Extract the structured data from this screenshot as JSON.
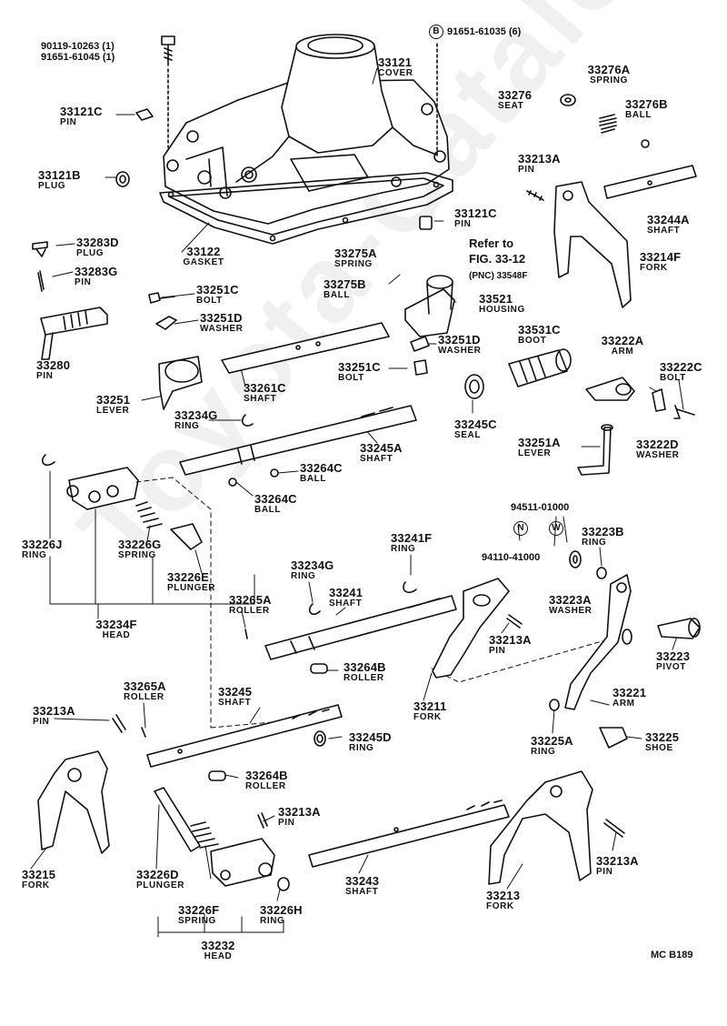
{
  "watermark": "Toyota-Catalog.ru",
  "footer_code": "MC B189",
  "refer": {
    "line1": "Refer to",
    "line2": "FIG. 33-12",
    "line3": "(PNC) 33548F"
  },
  "top_bolts": {
    "line1": "90119-10263 (1)",
    "line2": "91651-61045 (1)"
  },
  "symbols": {
    "b": "B",
    "n": "N",
    "w": "W"
  },
  "symbol_parts": {
    "b": "91651-61035 (6)",
    "n": "94110-41000",
    "w": "94511-01000"
  },
  "parts": [
    {
      "pnc": "33121",
      "name": "COVER"
    },
    {
      "pnc": "33276A",
      "name": "SPRING"
    },
    {
      "pnc": "33276",
      "name": "SEAT"
    },
    {
      "pnc": "33276B",
      "name": "BALL"
    },
    {
      "pnc": "33121C",
      "name": "PIN"
    },
    {
      "pnc": "33121B",
      "name": "PLUG"
    },
    {
      "pnc": "33213A",
      "name": "PIN"
    },
    {
      "pnc": "33244A",
      "name": "SHAFT"
    },
    {
      "pnc": "33121C",
      "name": "PIN"
    },
    {
      "pnc": "33283D",
      "name": "PLUG"
    },
    {
      "pnc": "33122",
      "name": "GASKET"
    },
    {
      "pnc": "33275A",
      "name": "SPRING"
    },
    {
      "pnc": "33214F",
      "name": "FORK"
    },
    {
      "pnc": "33283G",
      "name": "PIN"
    },
    {
      "pnc": "33275B",
      "name": "BALL"
    },
    {
      "pnc": "33251C",
      "name": "BOLT"
    },
    {
      "pnc": "33521",
      "name": "HOUSING"
    },
    {
      "pnc": "33251D",
      "name": "WASHER"
    },
    {
      "pnc": "33531C",
      "name": "BOOT"
    },
    {
      "pnc": "33251D",
      "name": "WASHER"
    },
    {
      "pnc": "33222A",
      "name": "ARM"
    },
    {
      "pnc": "33280",
      "name": "PIN"
    },
    {
      "pnc": "33251C",
      "name": "BOLT"
    },
    {
      "pnc": "33222C",
      "name": "BOLT"
    },
    {
      "pnc": "33261C",
      "name": "SHAFT"
    },
    {
      "pnc": "33251",
      "name": "LEVER"
    },
    {
      "pnc": "33234G",
      "name": "RING"
    },
    {
      "pnc": "33245C",
      "name": "SEAL"
    },
    {
      "pnc": "33222D",
      "name": "WASHER"
    },
    {
      "pnc": "33251A",
      "name": "LEVER"
    },
    {
      "pnc": "33245A",
      "name": "SHAFT"
    },
    {
      "pnc": "33264C",
      "name": "BALL"
    },
    {
      "pnc": "33264C",
      "name": "BALL"
    },
    {
      "pnc": "33226J",
      "name": "RING"
    },
    {
      "pnc": "33226G",
      "name": "SPRING"
    },
    {
      "pnc": "33223B",
      "name": "RING"
    },
    {
      "pnc": "33241F",
      "name": "RING"
    },
    {
      "pnc": "33226E",
      "name": "PLUNGER"
    },
    {
      "pnc": "33234G",
      "name": "RING"
    },
    {
      "pnc": "33223A",
      "name": "WASHER"
    },
    {
      "pnc": "33241",
      "name": "SHAFT"
    },
    {
      "pnc": "33265A",
      "name": "ROLLER"
    },
    {
      "pnc": "33234F",
      "name": "HEAD"
    },
    {
      "pnc": "33213A",
      "name": "PIN"
    },
    {
      "pnc": "33223",
      "name": "PIVOT"
    },
    {
      "pnc": "33264B",
      "name": "ROLLER"
    },
    {
      "pnc": "33265A",
      "name": "ROLLER"
    },
    {
      "pnc": "33245",
      "name": "SHAFT"
    },
    {
      "pnc": "33221",
      "name": "ARM"
    },
    {
      "pnc": "33213A",
      "name": "PIN"
    },
    {
      "pnc": "33211",
      "name": "FORK"
    },
    {
      "pnc": "33245D",
      "name": "RING"
    },
    {
      "pnc": "33225",
      "name": "SHOE"
    },
    {
      "pnc": "33225A",
      "name": "RING"
    },
    {
      "pnc": "33264B",
      "name": "ROLLER"
    },
    {
      "pnc": "33213A",
      "name": "PIN"
    },
    {
      "pnc": "33213A",
      "name": "PIN"
    },
    {
      "pnc": "33215",
      "name": "FORK"
    },
    {
      "pnc": "33226D",
      "name": "PLUNGER"
    },
    {
      "pnc": "33243",
      "name": "SHAFT"
    },
    {
      "pnc": "33213",
      "name": "FORK"
    },
    {
      "pnc": "33226F",
      "name": "SPRING"
    },
    {
      "pnc": "33226H",
      "name": "RING"
    },
    {
      "pnc": "33232",
      "name": "HEAD"
    }
  ]
}
